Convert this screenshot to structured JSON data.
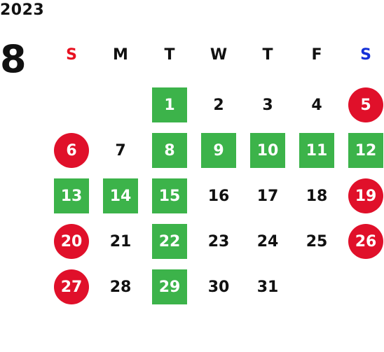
{
  "year": "2023",
  "month": "8",
  "weekdays": [
    {
      "label": "S",
      "color": "#e8101f"
    },
    {
      "label": "M",
      "color": "#111111"
    },
    {
      "label": "T",
      "color": "#111111"
    },
    {
      "label": "W",
      "color": "#111111"
    },
    {
      "label": "T",
      "color": "#111111"
    },
    {
      "label": "F",
      "color": "#111111"
    },
    {
      "label": "S",
      "color": "#1430d8"
    }
  ],
  "colors": {
    "green": "#3cb34a",
    "red": "#e0102a"
  },
  "weeks": [
    [
      null,
      null,
      {
        "d": "1",
        "s": "green"
      },
      {
        "d": "2",
        "s": "plain"
      },
      {
        "d": "3",
        "s": "plain"
      },
      {
        "d": "4",
        "s": "plain"
      },
      {
        "d": "5",
        "s": "red"
      }
    ],
    [
      {
        "d": "6",
        "s": "red"
      },
      {
        "d": "7",
        "s": "plain"
      },
      {
        "d": "8",
        "s": "green"
      },
      {
        "d": "9",
        "s": "green"
      },
      {
        "d": "10",
        "s": "green"
      },
      {
        "d": "11",
        "s": "green"
      },
      {
        "d": "12",
        "s": "green"
      }
    ],
    [
      {
        "d": "13",
        "s": "green"
      },
      {
        "d": "14",
        "s": "green"
      },
      {
        "d": "15",
        "s": "green"
      },
      {
        "d": "16",
        "s": "plain"
      },
      {
        "d": "17",
        "s": "plain"
      },
      {
        "d": "18",
        "s": "plain"
      },
      {
        "d": "19",
        "s": "red"
      }
    ],
    [
      {
        "d": "20",
        "s": "red"
      },
      {
        "d": "21",
        "s": "plain"
      },
      {
        "d": "22",
        "s": "green"
      },
      {
        "d": "23",
        "s": "plain"
      },
      {
        "d": "24",
        "s": "plain"
      },
      {
        "d": "25",
        "s": "plain"
      },
      {
        "d": "26",
        "s": "red"
      }
    ],
    [
      {
        "d": "27",
        "s": "red"
      },
      {
        "d": "28",
        "s": "plain"
      },
      {
        "d": "29",
        "s": "green"
      },
      {
        "d": "30",
        "s": "plain"
      },
      {
        "d": "31",
        "s": "plain"
      },
      null,
      null
    ]
  ]
}
